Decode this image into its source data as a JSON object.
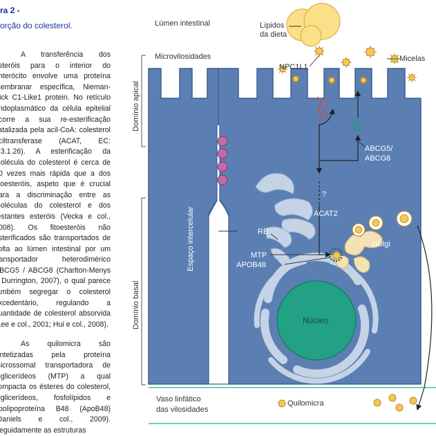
{
  "figure": {
    "title": "ra 2 -",
    "subtitle": "orção do colesterol."
  },
  "article": {
    "paragraph1": "A transferência dos esteróis para o interior do enterócito envolve uma proteína membranar específica, Nieman-Pick C1-Like1 protein. No retículo endoplasmático da célula epitelial ocorre a sua re-esterificação catalizada pela acil-CoA: colesterol aciltransferase (ACAT, EC: 2.3.1.26). A esterificação da molécula do colesterol é cerca de 60 vezes mais rápida que a dos fitoesteróis, aspeto que é crucial para a discriminação entre as moléculas do colesterol e dos restantes esteróis (Vecka e col., 2008). Os fitoesteróis não esterificados são transportados de volta ao lúmen intestinal por um transportador heterodimérico ABCG5 / ABCG8 (Charlton-Menys e Durrington, 2007), o qual parece também segregar o colesterol excedentário, regulando a quantidade de colesterol absorvida (Lee e col., 2001; Hui e col., 2008).",
    "paragraph2": "As quilomicra são sintetizadas pela proteína microssomal transportadora de triglicerídeos (MTP) a qual compacta os ésteres do colesterol, triglicerídeos, fosfolípidos e apolipoproteína B48 (ApoB48) (Daniels e col., 2009). Seguidamente as estruturas"
  },
  "labels": {
    "lumen": "Lúmen intestinal",
    "lipidos_line1": "Lípidos",
    "lipidos_line2": "da dieta",
    "microvilosidades": "Microvilosidades",
    "npc1l1": "NPC1L1",
    "micelas": "Micelas",
    "dominio_apical": "Domínio apical",
    "abcg_line1": "ABCG5/",
    "abcg_line2": "ABCG8",
    "question": "?",
    "acat2": "ACAT2",
    "re": "RE",
    "mtp": "MTP",
    "apob48": "APOB48",
    "golgi": "Golgi",
    "espaco": "Espaço intercelular",
    "nucleo": "Núcleo",
    "dominio_basal": "Domínio basal",
    "vaso_line1": "Vaso linfático",
    "vaso_line2": "das vilosidades",
    "quilomicra": "Quilomicra"
  },
  "colors": {
    "cell_fill": "#5b7fb3",
    "cell_stroke": "#3e5f8f",
    "er_fill": "#c5d3e6",
    "nucleus_fill": "#22a184",
    "micelle_fill": "#f7c654",
    "lipid_fill": "#fbe08a",
    "junction_fill": "#c26aa8",
    "lymph_line": "#6ed3b4",
    "title_blue": "#1a2fa0"
  }
}
